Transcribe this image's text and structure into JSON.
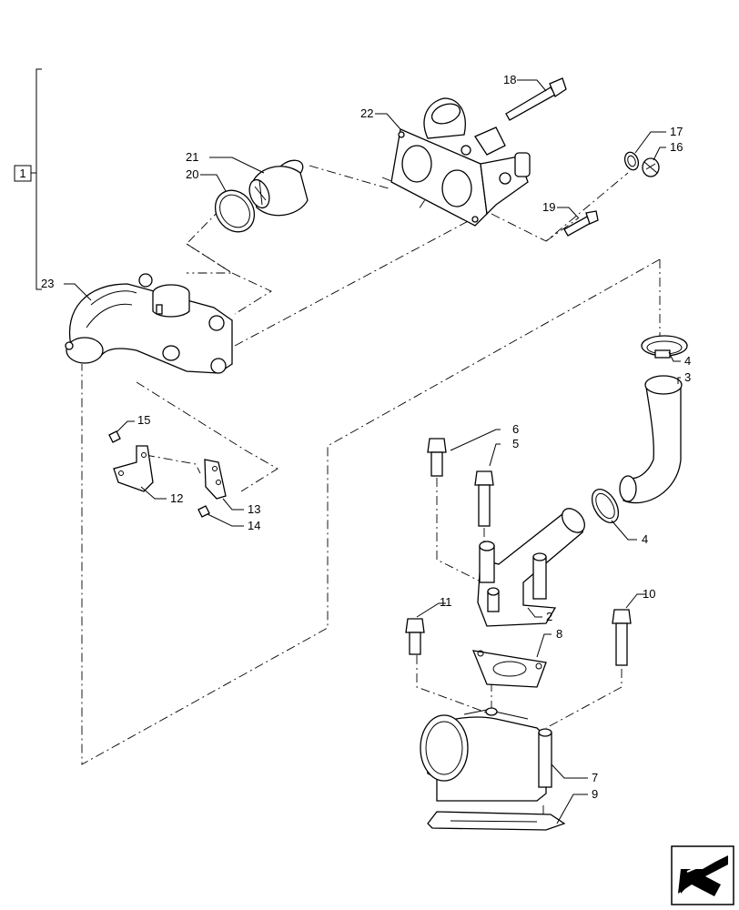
{
  "group_box": "1",
  "callouts": {
    "c2": "2",
    "c3": "3",
    "c4a": "4",
    "c4b": "4",
    "c5": "5",
    "c6": "6",
    "c7": "7",
    "c8": "8",
    "c9": "9",
    "c10": "10",
    "c11": "11",
    "c12": "12",
    "c13": "13",
    "c14": "14",
    "c15": "15",
    "c16": "16",
    "c17": "17",
    "c18": "18",
    "c19": "19",
    "c20": "20",
    "c21": "21",
    "c22": "22",
    "c23": "23"
  },
  "nav_icon": "arrow-left-down-icon"
}
